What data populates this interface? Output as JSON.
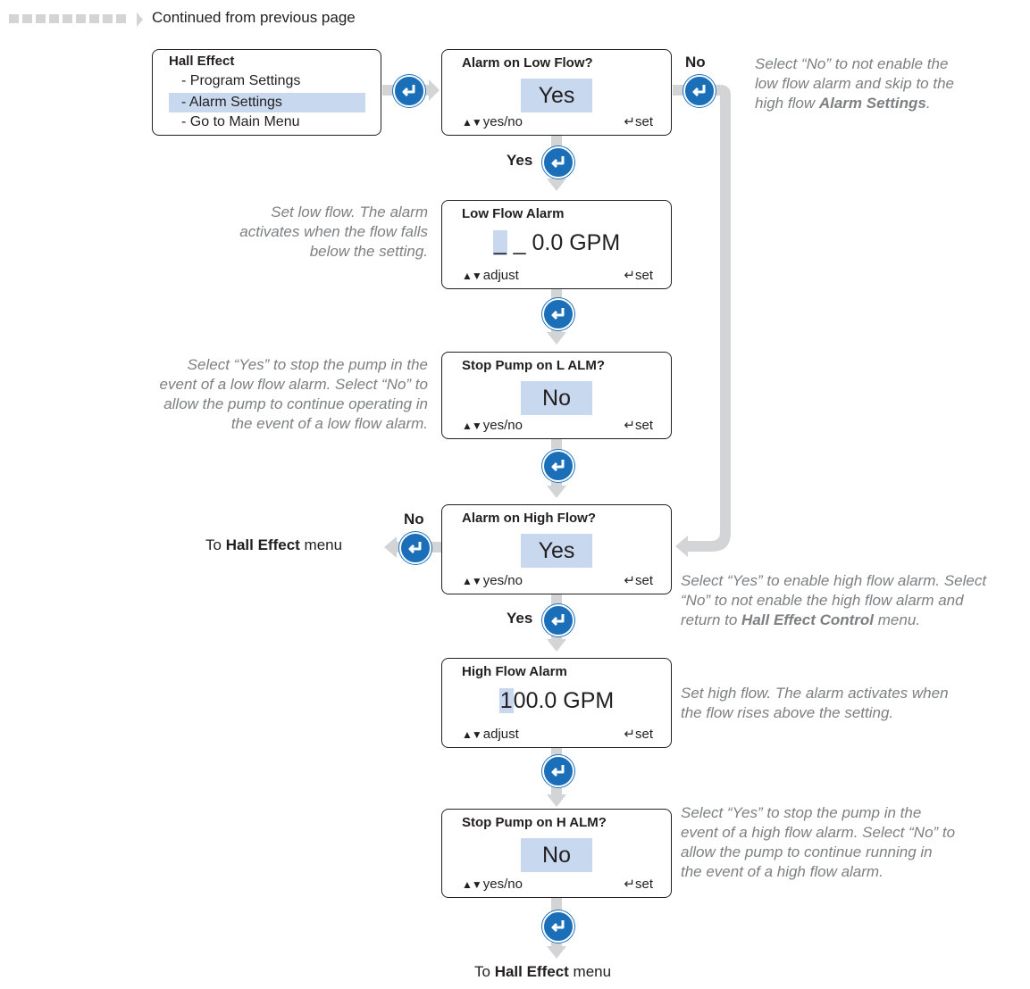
{
  "header": {
    "text": "Continued from previous page"
  },
  "menu": {
    "title": "Hall Effect",
    "items": [
      "- Program Settings",
      "- Alarm Settings",
      "- Go to Main Menu"
    ]
  },
  "screens": {
    "alarm_low": {
      "title": "Alarm on Low Flow?",
      "value": "Yes",
      "hint": "yes/no",
      "set": "set"
    },
    "low_alarm": {
      "title": "Low Flow Alarm",
      "cursor": "_",
      "value": " _ 0.0 GPM",
      "hint": "adjust",
      "set": "set"
    },
    "stop_low": {
      "title": "Stop Pump on L ALM?",
      "value": "No",
      "hint": "yes/no",
      "set": "set"
    },
    "alarm_high": {
      "title": "Alarm on High Flow?",
      "value": "Yes",
      "hint": "yes/no",
      "set": "set"
    },
    "high_alarm": {
      "title": "High Flow Alarm",
      "cursor": "1",
      "value": "00.0 GPM",
      "hint": "adjust",
      "set": "set"
    },
    "stop_high": {
      "title": "Stop Pump on H ALM?",
      "value": "No",
      "hint": "yes/no",
      "set": "set"
    }
  },
  "branch_labels": {
    "yes": "Yes",
    "no": "No"
  },
  "exits": {
    "prefix": "To ",
    "target": "Hall Effect",
    "suffix": " menu"
  },
  "notes": {
    "low_no": [
      "Select “No” to not enable the",
      "low flow alarm and skip to the",
      "high flow "
    ],
    "low_no_bold": "Alarm Settings",
    "low_no_tail": ".",
    "set_low": [
      "Set low flow. The alarm",
      "activates when the flow falls",
      "below the setting."
    ],
    "stop_low": [
      "Select “Yes” to stop the pump in the",
      "event of a low flow alarm. Select “No” to",
      "allow the pump to continue operating in",
      "the event of a low flow alarm."
    ],
    "high_enable": [
      "Select “Yes” to enable high flow alarm. Select",
      "“No” to not enable the high flow alarm and",
      "return to "
    ],
    "high_enable_bold": "Hall Effect Control",
    "high_enable_tail": " menu.",
    "set_high": [
      "Set high flow. The alarm activates when",
      "the flow rises above the setting."
    ],
    "stop_high": [
      "Select “Yes” to stop the pump in the",
      "event of a high flow alarm. Select “No” to",
      "allow the pump to continue running in",
      "the event of a high flow alarm."
    ]
  },
  "colors": {
    "enter_button": "#1a6fb8",
    "highlight": "#c8d8ee",
    "connector": "#d3d4d5",
    "note_text": "#7d7f81"
  },
  "icons": {
    "enter": "enter-arrow-icon",
    "updown": "up-down-triangle-icon",
    "return": "return-arrow-icon"
  }
}
